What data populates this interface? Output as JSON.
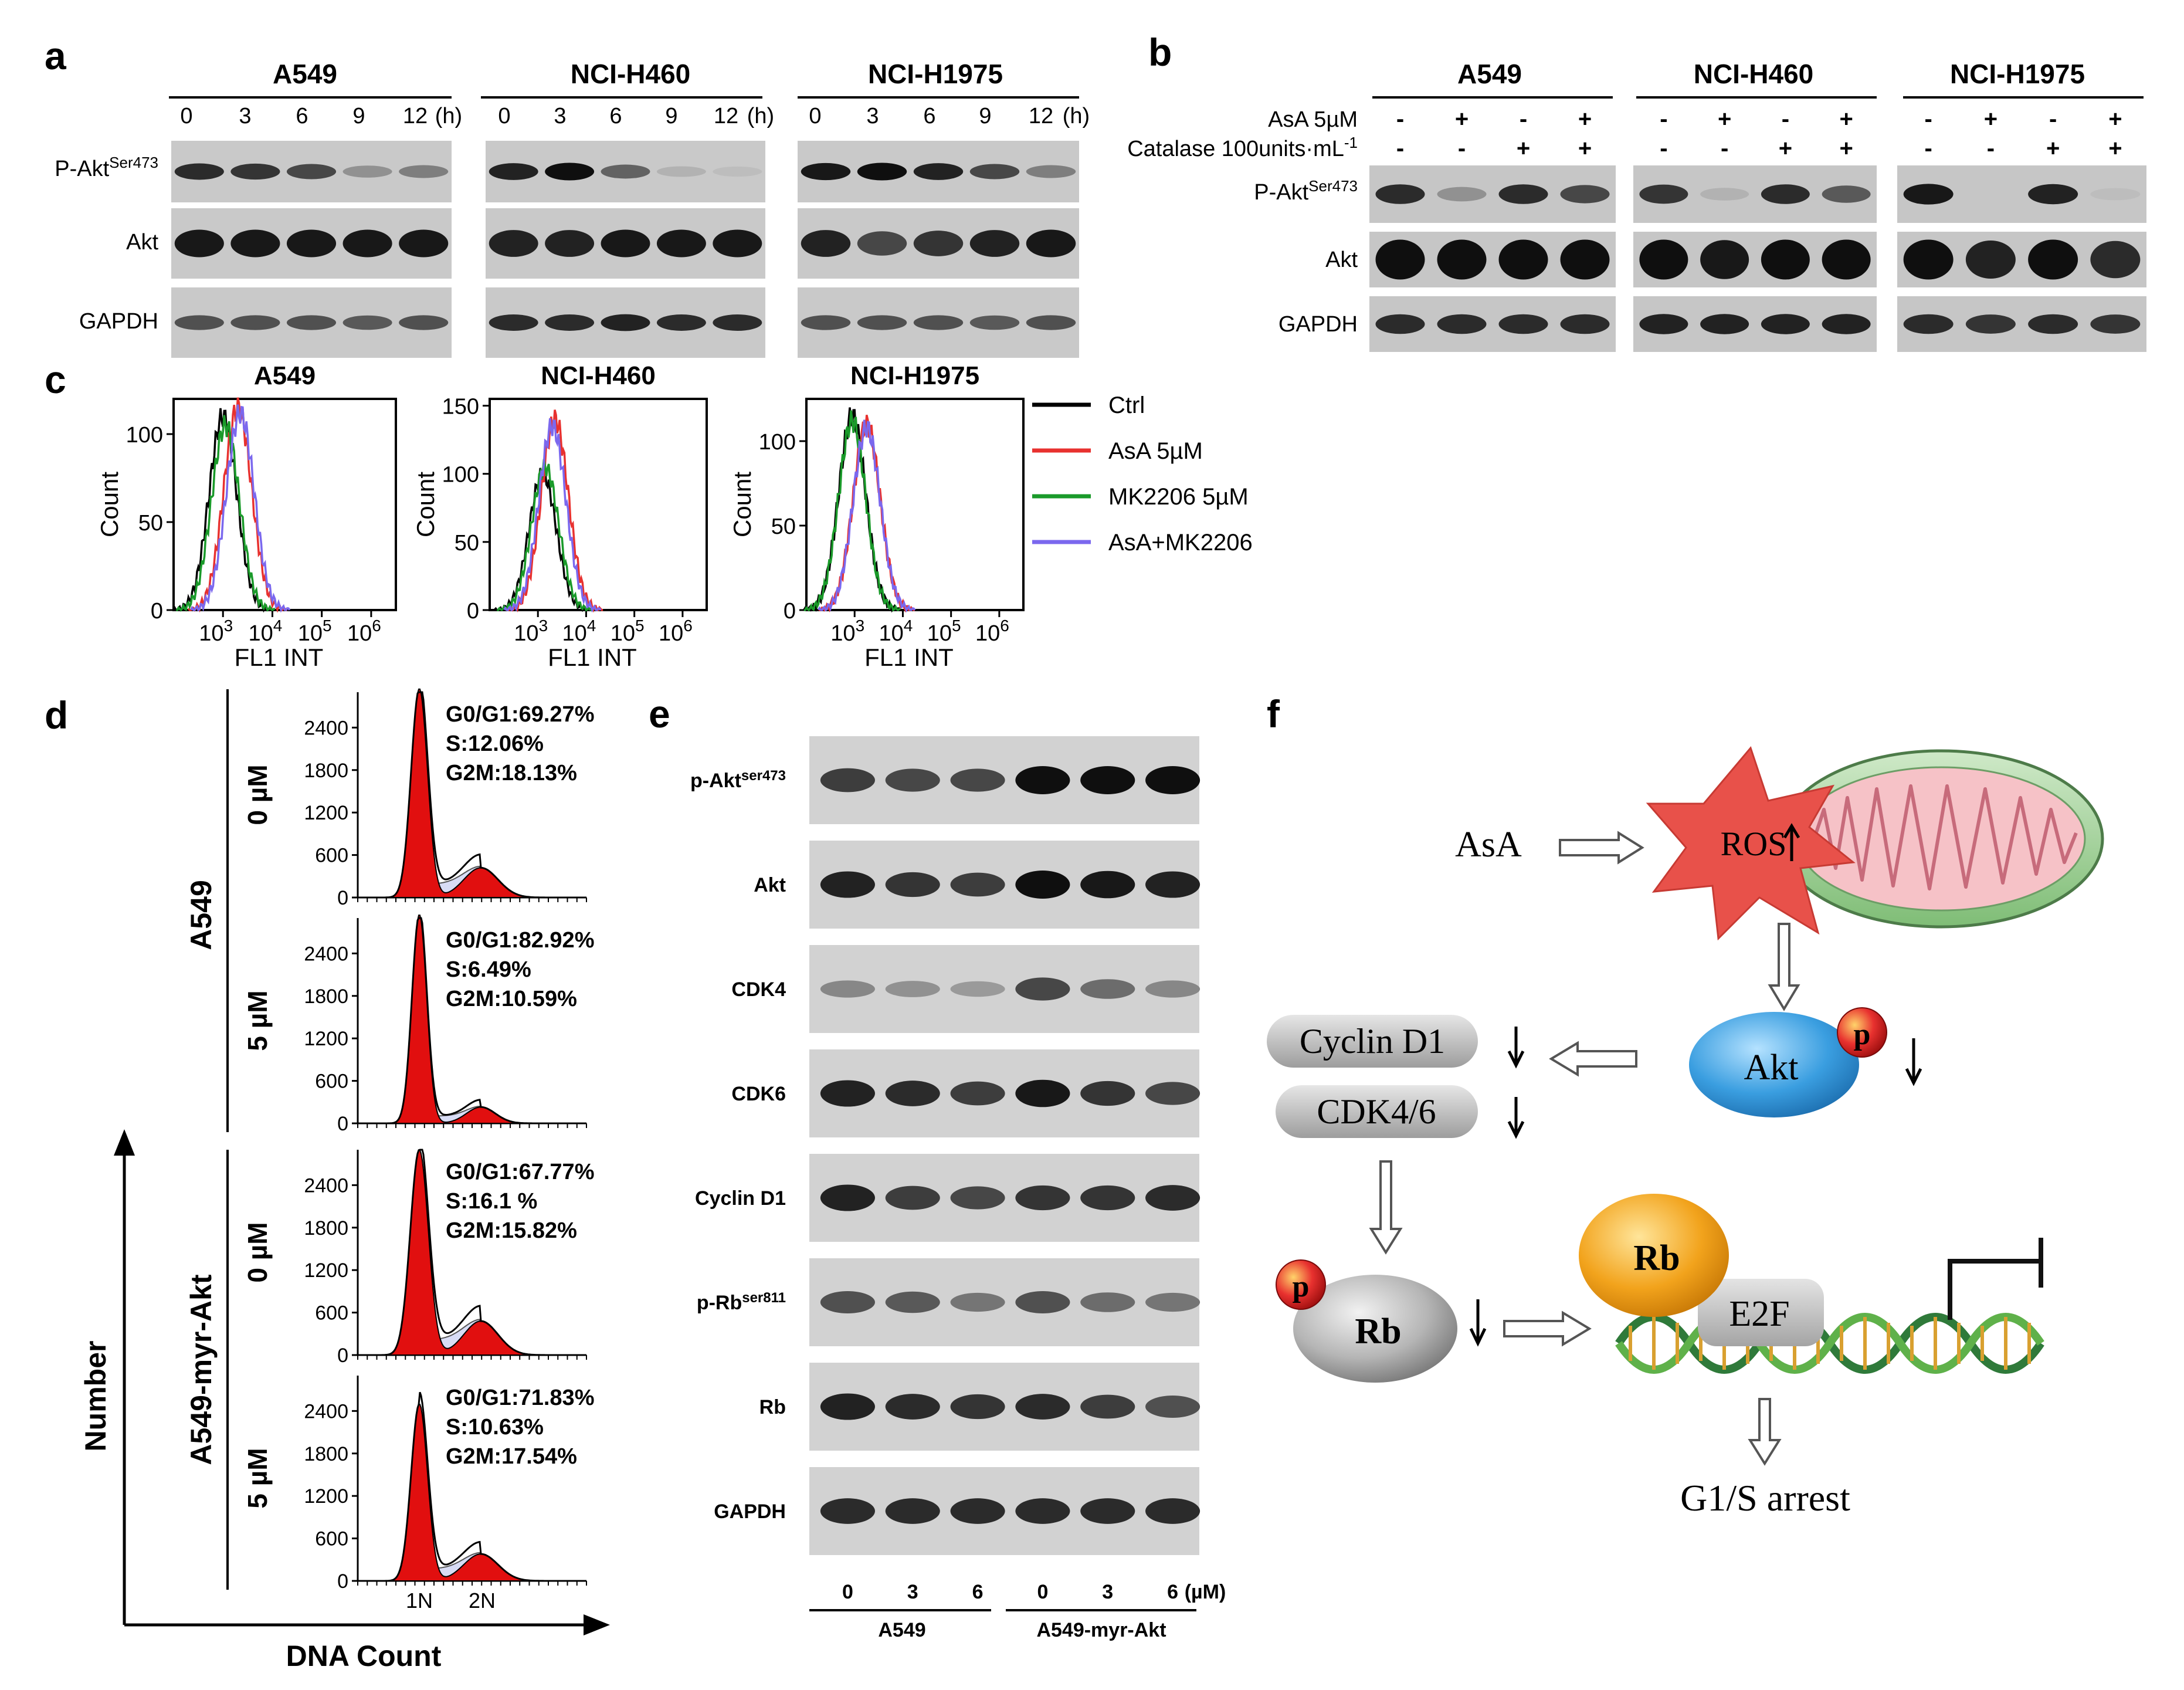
{
  "panel_letters": [
    "a",
    "b",
    "c",
    "d",
    "e",
    "f"
  ],
  "blot_a": {
    "cell_lines": [
      "A549",
      "NCI-H460",
      "NCI-H1975"
    ],
    "timepoints": [
      "0",
      "3",
      "6",
      "9",
      "12"
    ],
    "time_unit": "(h)",
    "row_labels": [
      "P-Akt",
      "Akt",
      "GAPDH"
    ],
    "row_label_sup": [
      "Ser473",
      "",
      ""
    ],
    "band_intensity": {
      "A549": [
        [
          0.85,
          0.8,
          0.7,
          0.3,
          0.4
        ],
        [
          0.95,
          0.95,
          0.95,
          0.95,
          0.95
        ],
        [
          0.65,
          0.65,
          0.65,
          0.6,
          0.65
        ]
      ],
      "NCI-H460": [
        [
          0.9,
          1.0,
          0.55,
          0.12,
          0.06
        ],
        [
          0.9,
          0.9,
          0.95,
          0.95,
          0.95
        ],
        [
          0.85,
          0.85,
          0.9,
          0.85,
          0.85
        ]
      ],
      "NCI-H1975": [
        [
          0.95,
          1.0,
          0.9,
          0.7,
          0.4
        ],
        [
          0.9,
          0.7,
          0.8,
          0.9,
          0.95
        ],
        [
          0.65,
          0.65,
          0.65,
          0.6,
          0.65
        ]
      ]
    }
  },
  "blot_b": {
    "cell_lines": [
      "A549",
      "NCI-H460",
      "NCI-H1975"
    ],
    "treatments": [
      {
        "label": "AsA 5µM",
        "signs": [
          "-",
          "+",
          "-",
          "+"
        ]
      },
      {
        "label": "Catalase 100units·mL",
        "label_sup": "-1",
        "signs": [
          "-",
          "-",
          "+",
          "+"
        ]
      }
    ],
    "row_labels": [
      "P-Akt",
      "Akt",
      "GAPDH"
    ],
    "row_label_sup": [
      "Ser473",
      "",
      ""
    ],
    "band_intensity": {
      "A549": [
        [
          0.85,
          0.3,
          0.85,
          0.7
        ],
        [
          1.0,
          1.0,
          1.0,
          1.0
        ],
        [
          0.85,
          0.85,
          0.85,
          0.85
        ]
      ],
      "NCI-H460": [
        [
          0.8,
          0.12,
          0.85,
          0.6
        ],
        [
          1.0,
          0.95,
          1.0,
          1.0
        ],
        [
          0.9,
          0.9,
          0.9,
          0.9
        ]
      ],
      "NCI-H1975": [
        [
          0.95,
          0.0,
          0.9,
          0.06
        ],
        [
          1.0,
          0.9,
          1.0,
          0.85
        ],
        [
          0.85,
          0.8,
          0.85,
          0.8
        ]
      ]
    }
  },
  "flow_c": {
    "legend": [
      {
        "label": "Ctrl",
        "color": "#000000"
      },
      {
        "label": "AsA 5µM",
        "color": "#e8312f"
      },
      {
        "label": "MK2206 5µM",
        "color": "#1a9a2a"
      },
      {
        "label": "AsA+MK2206",
        "color": "#7b68ee"
      }
    ],
    "x_label": "FL1 INT",
    "y_label": "Count",
    "x_tick_exponents": [
      "3",
      "4",
      "5",
      "6"
    ],
    "x_tick_base": "10",
    "plots": [
      {
        "title": "A549",
        "y_ticks": [
          "0",
          "50",
          "100"
        ],
        "ylim": [
          0,
          120
        ],
        "peaks_log": [
          3.0,
          3.3,
          3.05,
          3.35
        ],
        "peak_heights": [
          110,
          115,
          105,
          112
        ]
      },
      {
        "title": "NCI-H460",
        "y_ticks": [
          "0",
          "50",
          "100",
          "150"
        ],
        "ylim": [
          0,
          155
        ],
        "peaks_log": [
          3.1,
          3.35,
          3.15,
          3.3
        ],
        "peak_heights": [
          100,
          140,
          105,
          135
        ]
      },
      {
        "title": "NCI-H1975",
        "y_ticks": [
          "0",
          "50",
          "100"
        ],
        "ylim": [
          0,
          125
        ],
        "peaks_log": [
          2.95,
          3.25,
          2.95,
          3.25
        ],
        "peak_heights": [
          115,
          110,
          112,
          108
        ]
      }
    ]
  },
  "cellcycle_d": {
    "y_axis_label": "Number",
    "x_axis_label": "DNA Count",
    "group_labels": [
      "A549",
      "A549-myr-Akt"
    ],
    "dose_labels": [
      "0 µM",
      "5 µM",
      "0 µM",
      "5 µM"
    ],
    "y_ticks": [
      "0",
      "600",
      "1200",
      "1800",
      "2400"
    ],
    "ylim": [
      0,
      2900
    ],
    "x_ticks": [
      "1N",
      "2N"
    ],
    "plots": [
      {
        "lines": [
          "G0/G1:69.27%",
          "S:12.06%",
          "G2M:18.13%"
        ],
        "g1_height": 2950,
        "g2_height": 420,
        "g1_width": 1.0,
        "g2_width": 1.3
      },
      {
        "lines": [
          "G0/G1:82.92%",
          "S:6.49%",
          "G2M:10.59%"
        ],
        "g1_height": 2950,
        "g2_height": 230,
        "g1_width": 0.9,
        "g2_width": 1.1
      },
      {
        "lines": [
          "G0/G1:67.77%",
          "S:16.1 %",
          "G2M:15.82%"
        ],
        "g1_height": 2900,
        "g2_height": 480,
        "g1_width": 1.1,
        "g2_width": 1.3
      },
      {
        "lines": [
          "G0/G1:71.83%",
          "S:10.63%",
          "G2M:17.54%"
        ],
        "g1_height": 2500,
        "g2_height": 380,
        "g1_width": 1.0,
        "g2_width": 1.3
      }
    ]
  },
  "blot_e": {
    "row_labels": [
      "p-Akt",
      "Akt",
      "CDK4",
      "CDK6",
      "Cyclin D1",
      "p-Rb",
      "Rb",
      "GAPDH"
    ],
    "row_label_sup": [
      "ser473",
      "",
      "",
      "",
      "",
      "ser811",
      "",
      ""
    ],
    "doses": [
      "0",
      "3",
      "6",
      "0",
      "3",
      "6"
    ],
    "dose_unit": "(µM)",
    "group_labels": [
      "A549",
      "A549-myr-Akt"
    ],
    "band_intensity": [
      [
        0.75,
        0.7,
        0.7,
        1.0,
        1.0,
        1.0
      ],
      [
        0.9,
        0.8,
        0.75,
        1.0,
        0.95,
        0.9
      ],
      [
        0.35,
        0.3,
        0.25,
        0.7,
        0.5,
        0.35
      ],
      [
        0.9,
        0.85,
        0.75,
        0.95,
        0.8,
        0.7
      ],
      [
        0.9,
        0.75,
        0.7,
        0.8,
        0.8,
        0.85
      ],
      [
        0.65,
        0.6,
        0.45,
        0.65,
        0.5,
        0.45
      ],
      [
        0.9,
        0.85,
        0.8,
        0.85,
        0.75,
        0.65
      ],
      [
        0.85,
        0.85,
        0.85,
        0.85,
        0.85,
        0.85
      ]
    ]
  },
  "pathway_f": {
    "asa": "AsA",
    "ros": "ROS",
    "akt": "Akt",
    "p": "p",
    "cyclin": "Cyclin D1",
    "cdk": "CDK4/6",
    "rb": "Rb",
    "e2f": "E2F",
    "arrest": "G1/S arrest",
    "colors": {
      "ros": "#e8514a",
      "akt": "#3a9ee0",
      "rb_top": "#f2a31c",
      "mito": "#8fc98a"
    }
  }
}
